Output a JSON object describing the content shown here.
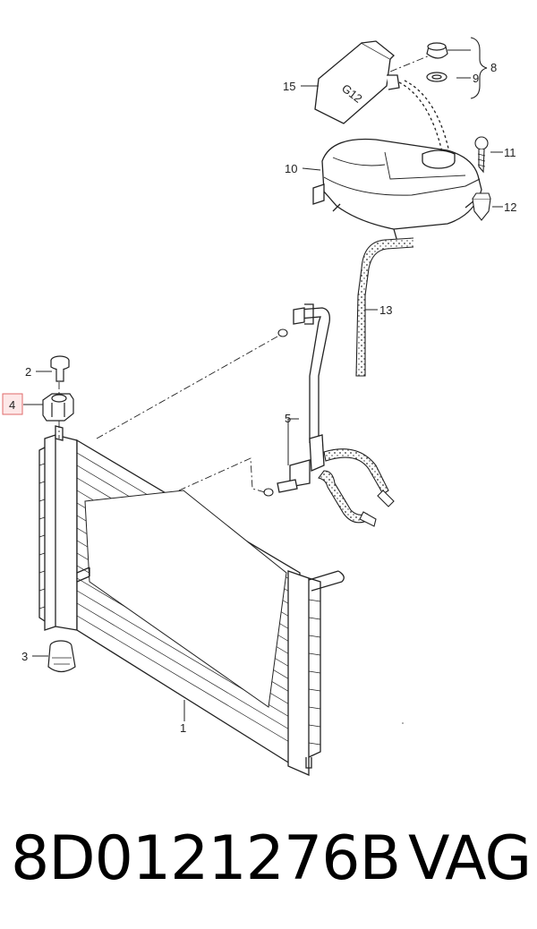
{
  "callouts": {
    "c1": "1",
    "c2": "2",
    "c3": "3",
    "c4": "4",
    "c5": "5",
    "c8": "8",
    "c9": "9",
    "c10": "10",
    "c11": "11",
    "c12": "12",
    "c13": "13",
    "c15": "15"
  },
  "tank_label": "G12",
  "part_number": "8D0121276B",
  "brand": "VAG",
  "colors": {
    "line": "#222222",
    "highlight_border": "#e06a6a",
    "highlight_fill": "#fde8e8"
  }
}
